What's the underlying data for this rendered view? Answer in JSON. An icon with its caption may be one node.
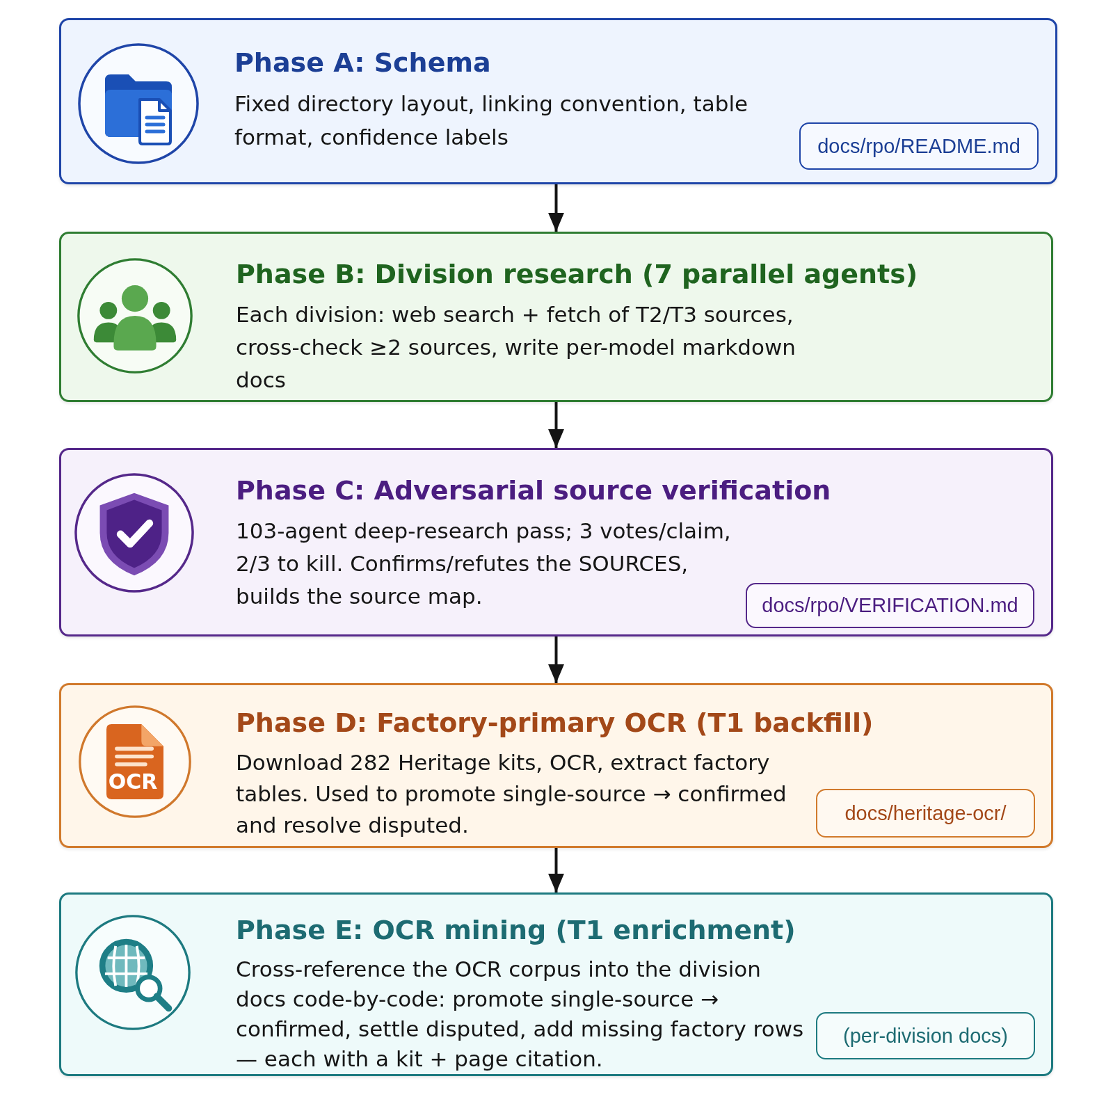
{
  "diagram": {
    "nodes": [
      {
        "text": [
          "Phase A: Schema",
          "Fixed directory layout, linking convention, table format, confidence labels"
        ]
      },
      {
        "text": [
          "docs/rpo/README.md"
        ],
        "in": 0
      },
      {
        "text": [
          "Phase B: Division research (7 parallel agents)",
          "Each division: web search + fetch of T2/T3 sources, cross-check ≥2 sources, write per-model markdown docs"
        ]
      },
      {
        "text": [
          "Phase C: Adversarial source verification",
          "103-agent deep-research pass; 3 votes/claim, 2/3 to kill. Confirms/refutes the SOURCES, builds the source map."
        ]
      },
      {
        "text": [
          "docs/rpo/VERIFICATION.md"
        ],
        "in": 3
      },
      {
        "text": [
          "Phase D: Factory-primary OCR (T1 backfill)",
          "Download 282 Heritage kits, OCR, extract factory tables. Used to promote single-source → confirmed and resolve disputed."
        ]
      },
      {
        "text": [
          "docs/heritage-ocr/"
        ],
        "in": 5
      },
      {
        "text": [
          "Phase E: OCR mining (T1 enrichment)",
          "Cross-reference the OCR corpus into the division docs code-by-code: promote single-source → confirmed, settle disputed, add missing factory rows — each with a kit + page citation."
        ]
      },
      {
        "text": [
          "(per-division docs)"
        ],
        "in": 7
      }
    ],
    "edges": [
      {
        "from": 0,
        "to": 2,
        "arrow": "to"
      },
      {
        "from": 2,
        "to": 3,
        "arrow": "to"
      },
      {
        "from": 3,
        "to": 5,
        "arrow": "to"
      },
      {
        "from": 5,
        "to": 7,
        "arrow": "to"
      }
    ],
    "labels": [
      "OCR"
    ]
  }
}
